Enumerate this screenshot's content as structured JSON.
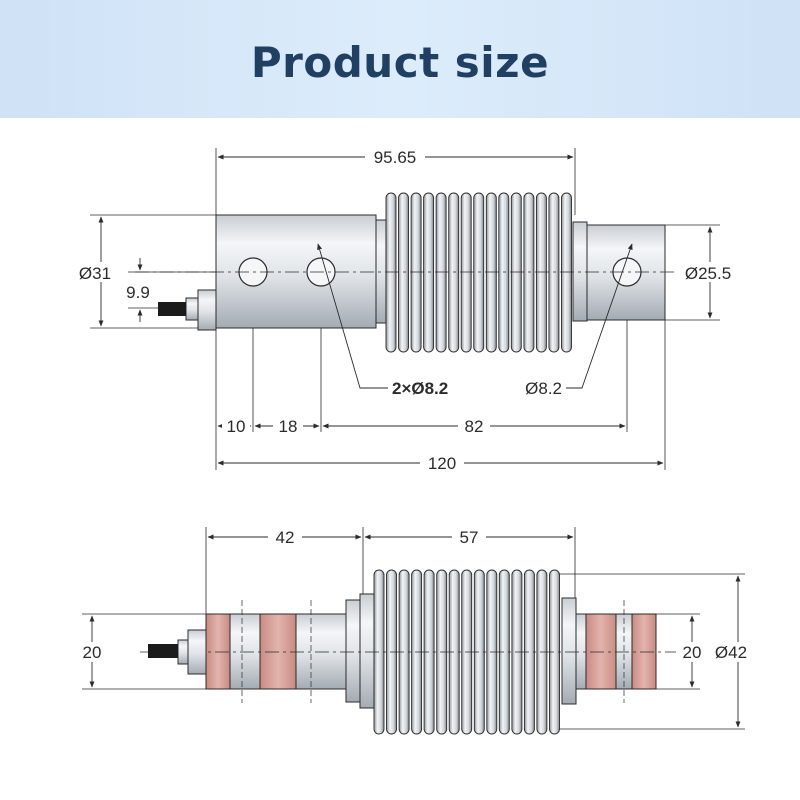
{
  "header": {
    "title": "Product size"
  },
  "colors": {
    "header_bg": "#d6e7f8",
    "title": "#1f3f63",
    "metal_light": "#eef1f4",
    "metal_dark": "#9aa2aa",
    "hatch": "#cf8f86",
    "line": "#2b2b2b"
  },
  "top_view": {
    "overall_width_top": "95.65",
    "dia_left": "Ø31",
    "cable_offset": "9.9",
    "dia_right": "Ø25.5",
    "holes_left": "2×Ø8.2",
    "hole_right": "Ø8.2",
    "dim_a": "10",
    "dim_b": "18",
    "dim_c": "82",
    "overall_length": "120"
  },
  "side_view": {
    "dim_left_section": "42",
    "dim_bellows": "57",
    "height_left": "20",
    "height_right": "20",
    "dia_bellows": "Ø42"
  }
}
